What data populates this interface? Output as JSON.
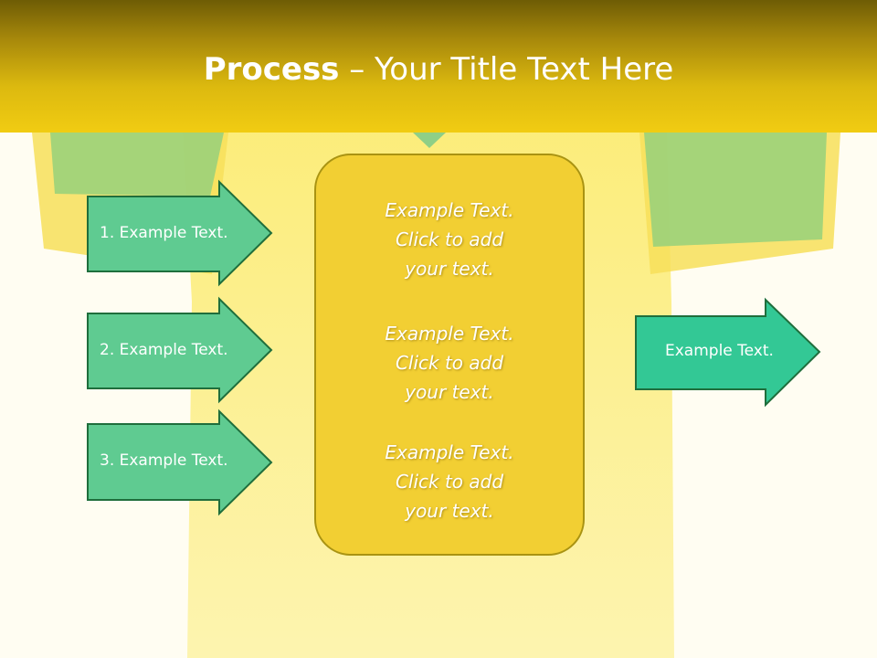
{
  "title": {
    "bold": "Process",
    "rest": " – Your Title Text Here"
  },
  "colors": {
    "input_arrow_fill": "#5fcb91",
    "output_arrow_fill": "#33c895",
    "arrow_stroke": "#1f6e3c",
    "box_fill": "#f2cf33",
    "box_stroke": "#a99312"
  },
  "inputs": [
    {
      "label": "1. Example Text."
    },
    {
      "label": "2. Example Text."
    },
    {
      "label": "3. Example Text."
    }
  ],
  "center_blocks": [
    {
      "line1": "Example Text.",
      "line2": "Click  to add",
      "line3": "your text."
    },
    {
      "line1": "Example Text.",
      "line2": "Click  to add",
      "line3": "your text."
    },
    {
      "line1": "Example Text.",
      "line2": "Click  to add",
      "line3": "your text."
    }
  ],
  "output": {
    "label": "Example Text."
  }
}
